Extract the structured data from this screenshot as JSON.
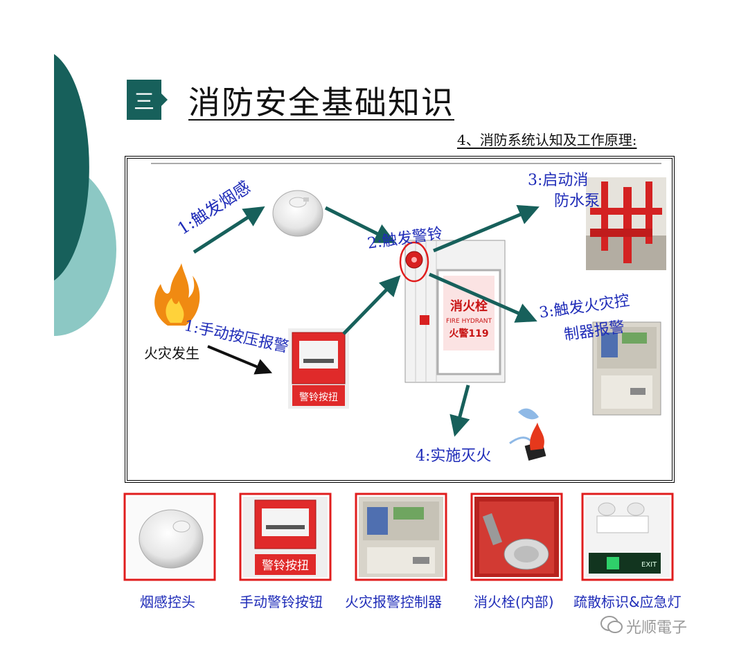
{
  "section": {
    "number": "三",
    "title": "消防安全基础知识"
  },
  "subtitle": "4、消防系统认知及工作原理:",
  "diagram": {
    "labels": {
      "trigger_smoke": "1:触发烟感",
      "fire_start": "火灾发生",
      "manual_press": "1:手动按压报警",
      "trigger_bell": "2:触发警铃",
      "start_pump_1": "3:启动消",
      "start_pump_2": "防水泵",
      "trigger_ctrl_1": "3:触发火灾控",
      "trigger_ctrl_2": "制器报警",
      "extinguish": "4:实施灭火"
    },
    "signs": {
      "bell_button": "警铃按扭",
      "hydrant_title": "消火栓",
      "hydrant_en": "FIRE HYDRANT",
      "hydrant_tel": "火警119"
    }
  },
  "gallery": [
    {
      "caption": "烟感控头"
    },
    {
      "caption": "手动警铃按钮",
      "sign": "警铃按扭"
    },
    {
      "caption": "火灾报警控制器"
    },
    {
      "caption": "消火栓(内部)"
    },
    {
      "caption": "疏散标识&应急灯",
      "sign": "EXIT"
    }
  ],
  "watermark": "光顺電子",
  "colors": {
    "teal_dark": "#17605b",
    "teal_light": "#8cc8c4",
    "arrow": "#17605b",
    "label_blue": "#1f2cb8",
    "frame_red": "#e01d1d"
  }
}
